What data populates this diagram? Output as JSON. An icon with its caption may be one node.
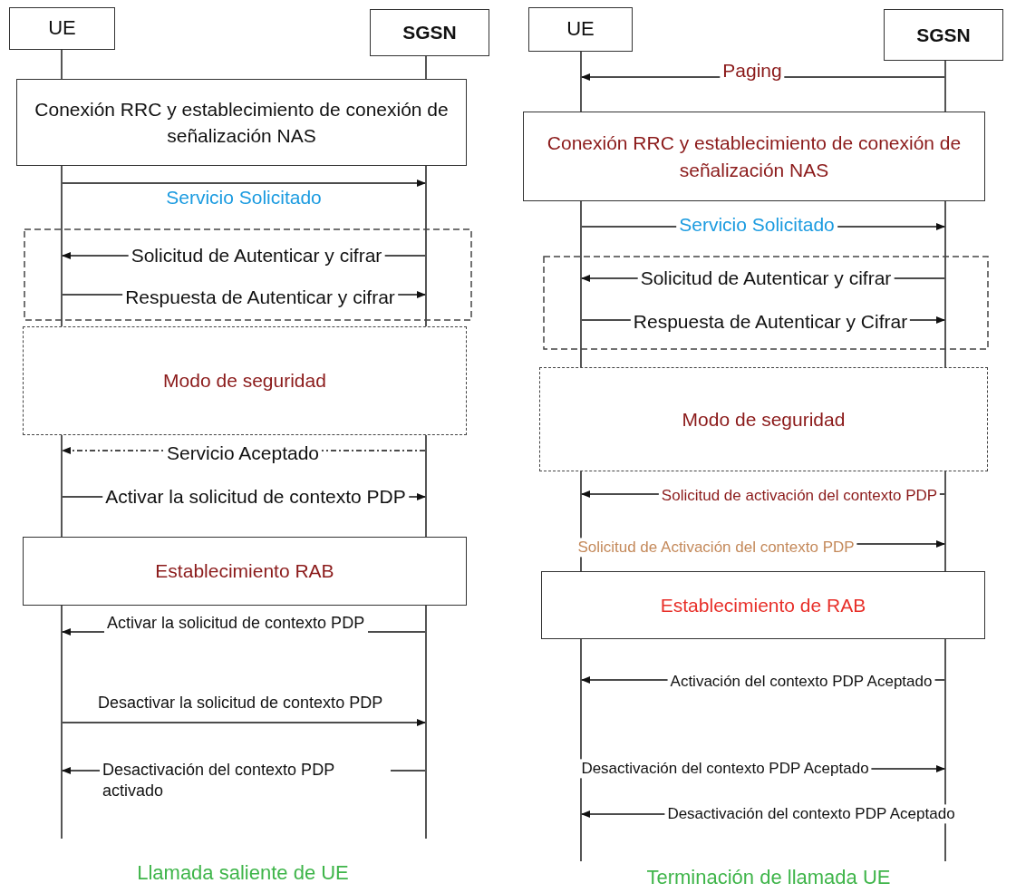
{
  "diagram": {
    "nodes": [
      {
        "text": [
          "UE"
        ]
      },
      {
        "text": [],
        "shape": "bar"
      },
      {
        "text": [
          "SGSN"
        ]
      },
      {
        "text": [],
        "shape": "bar"
      },
      {
        "text": [
          "Conexión RRC y establecimiento de conexión de señalización NAS"
        ]
      },
      {
        "text": [
          "Modo de seguridad"
        ]
      },
      {
        "text": [
          "Establecimiento RAB"
        ]
      },
      {
        "text": [
          "UE"
        ]
      },
      {
        "text": [],
        "shape": "bar"
      },
      {
        "text": [
          "SGSN"
        ]
      },
      {
        "text": [],
        "shape": "bar"
      },
      {
        "text": [
          "Conexión RRC y establecimiento de conexión de señalización NAS"
        ]
      },
      {
        "text": [
          "Modo de seguridad"
        ]
      },
      {
        "text": [
          "Establecimiento de RAB"
        ]
      }
    ],
    "edges": [
      {
        "from": 1,
        "to": 3,
        "arrow": "to",
        "label": "Servicio Solicitado"
      },
      {
        "from": 3,
        "to": 1,
        "arrow": "to",
        "label": "Solicitud de Autenticar y cifrar"
      },
      {
        "from": 1,
        "to": 3,
        "arrow": "to",
        "label": "Respuesta de Autenticar y cifrar"
      },
      {
        "from": 3,
        "to": 1,
        "arrow": "to",
        "label": "Servicio Aceptado",
        "style": "dashed"
      },
      {
        "from": 1,
        "to": 3,
        "arrow": "to",
        "label": "Activar la solicitud de contexto PDP"
      },
      {
        "from": 3,
        "to": 1,
        "arrow": "to",
        "label": "Activar la solicitud de contexto PDP"
      },
      {
        "from": 1,
        "to": 3,
        "arrow": "to",
        "label": "Desactivar la solicitud de contexto PDP"
      },
      {
        "from": 3,
        "to": 1,
        "arrow": "to",
        "label": "Desactivación del contexto PDP activado"
      },
      {
        "from": 10,
        "to": 8,
        "arrow": "to",
        "label": "Paging"
      },
      {
        "from": 8,
        "to": 10,
        "arrow": "to",
        "label": "Servicio Solicitado"
      },
      {
        "from": 10,
        "to": 8,
        "arrow": "to",
        "label": "Solicitud de Autenticar y cifrar"
      },
      {
        "from": 8,
        "to": 10,
        "arrow": "to",
        "label": "Respuesta de Autenticar y Cifrar"
      },
      {
        "from": 10,
        "to": 8,
        "arrow": "to",
        "label": "Solicitud de activación del contexto PDP"
      },
      {
        "from": 8,
        "to": 10,
        "arrow": "to",
        "label": "Solicitud de Activación del contexto PDP"
      },
      {
        "from": 10,
        "to": 8,
        "arrow": "to",
        "label": "Activación del contexto PDP Aceptado"
      },
      {
        "from": 8,
        "to": 10,
        "arrow": "to",
        "label": "Desactivación del contexto PDP Aceptado"
      },
      {
        "from": 10,
        "to": 8,
        "arrow": "to",
        "label": "Desactivación del contexto PDP Aceptado"
      }
    ],
    "labels": [
      "Llamada saliente de UE",
      "Terminación de llamada UE"
    ]
  }
}
